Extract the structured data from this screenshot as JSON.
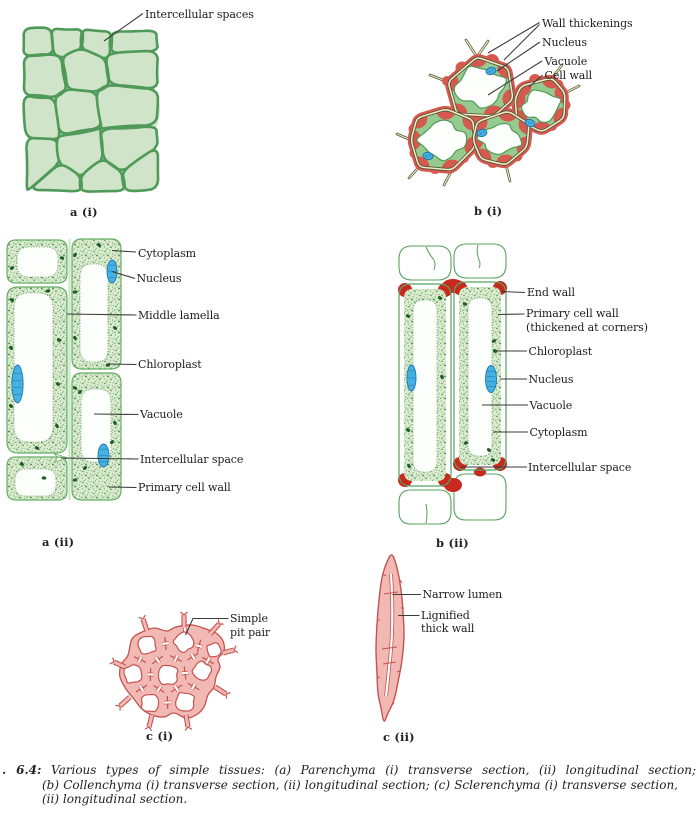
{
  "figure": {
    "caption": {
      "fig_label": ". 6.4:",
      "line1": "Various types of simple tissues: (a) Parenchyma (i) transverse section, (ii) longitudinal section;",
      "line2": "(b) Collenchyma (i) transverse section, (ii) longitudinal section; (c) Sclerenchyma (i) transverse section,",
      "line3": "(ii) longitudinal section."
    },
    "panels": {
      "a_i": {
        "tag": "a (i)",
        "labels": {
          "intercellular_spaces": "Intercellular spaces"
        }
      },
      "b_i": {
        "tag": "b (i)",
        "labels": {
          "wall_thickenings": "Wall thickenings",
          "nucleus": "Nucleus",
          "vacuole": "Vacuole",
          "cell_wall": "Cell wall"
        }
      },
      "a_ii": {
        "tag": "a (ii)",
        "labels": {
          "cytoplasm": "Cytoplasm",
          "nucleus": "Nucleus",
          "middle_lamella": "Middle lamella",
          "chloroplast": "Chloroplast",
          "vacuole": "Vacuole",
          "intercellular_space": "Intercellular space",
          "primary_cell_wall": "Primary cell wall"
        }
      },
      "b_ii": {
        "tag": "b (ii)",
        "labels": {
          "end_wall": "End wall",
          "primary_cell_wall": "Primary cell wall\n(thickened at corners)",
          "chloroplast": "Chloroplast",
          "nucleus": "Nucleus",
          "vacuole": "Vacuole",
          "cytoplasm": "Cytoplasm",
          "intercellular_space": "Intercellular space"
        }
      },
      "c_i": {
        "tag": "c (i)",
        "labels": {
          "simple_pit_pair": "Simple\npit pair"
        }
      },
      "c_ii": {
        "tag": "c (ii)",
        "labels": {
          "narrow_lumen": "Narrow lumen",
          "lignified_thick_wall": "Lignified\nthick wall"
        }
      }
    },
    "colors": {
      "parenchyma_wall_green": "#4f9a58",
      "parenchyma_cell_green": "#cfe4c8",
      "collenchyma_thickening_red": "#d6594f",
      "cytoplasm_ring_green": "#96cb90",
      "stipple_green": "#2f7136",
      "nucleus_blue": "#45b0e2",
      "end_wall_red": "#c8281e",
      "sclerenchyma_pink": "#f2b9b4",
      "sclerenchyma_red": "#c4524e",
      "label_text": "#1d1d1d"
    }
  }
}
